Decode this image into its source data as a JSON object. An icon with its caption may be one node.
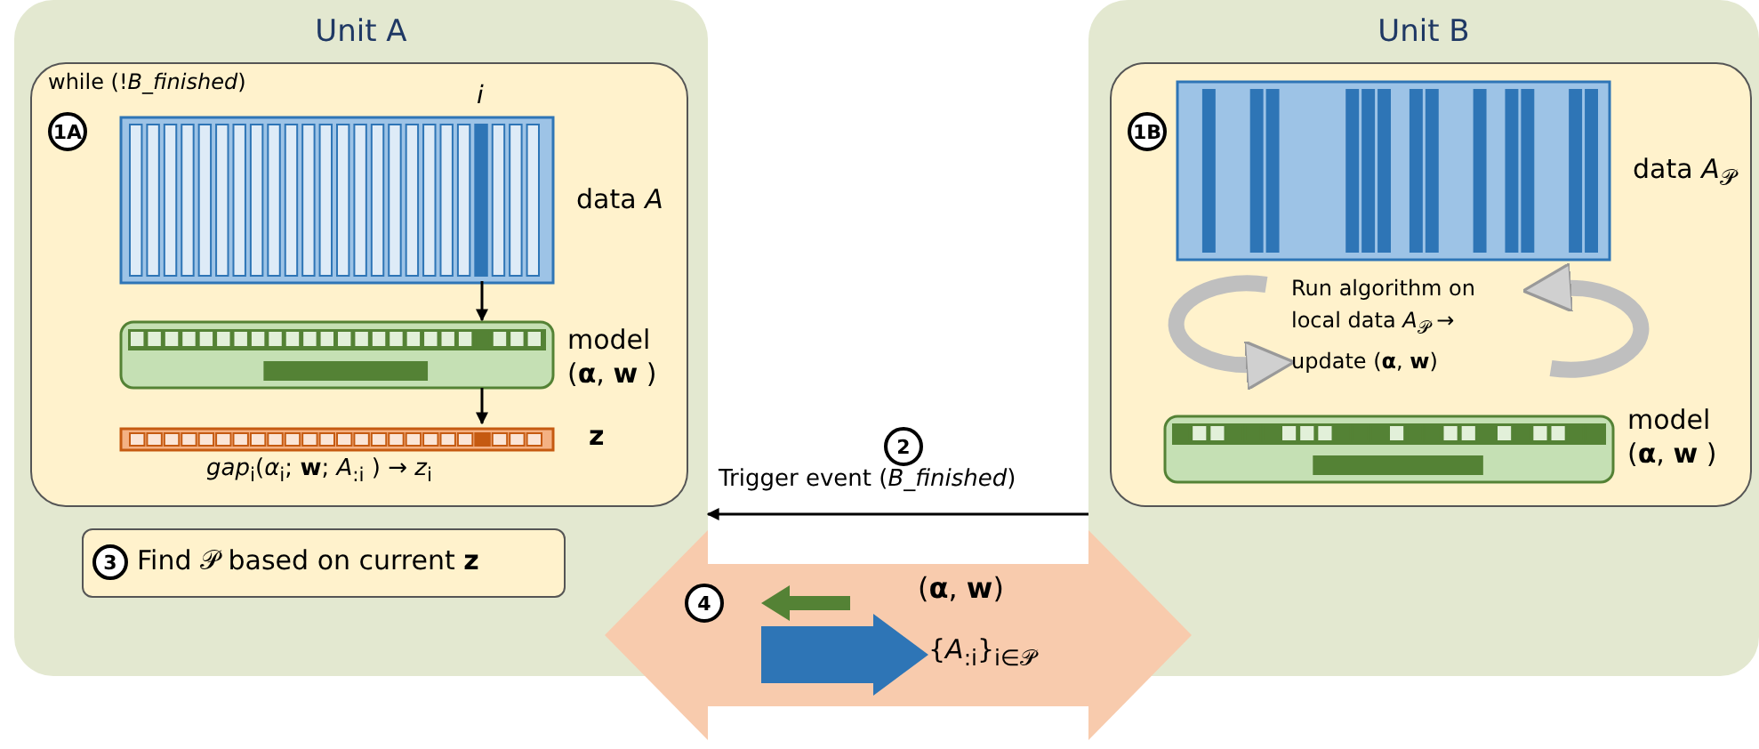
{
  "diagram": {
    "nodes": [
      {
        "text": [
          "Unit A"
        ]
      },
      {
        "text": [
          "while (!*B_finished*)",
          "1A"
        ],
        "in": 0
      },
      {
        "text": [
          "data *A*"
        ],
        "beside": [
          "*i*"
        ],
        "in": 1
      },
      {
        "text": [
          "model (**α**, **w** )"
        ],
        "in": 1
      },
      {
        "text": [
          "**z**"
        ],
        "beside": [
          "*gap*$_{i}$(*α*$_{i}$; **w**; *A*$_{:i}$ ) → *z*$_{i}$"
        ],
        "in": 1
      },
      {
        "text": [
          "3",
          "Find 𝒫 based on current **z**"
        ],
        "in": 0
      },
      {
        "text": [
          "Unit B"
        ]
      },
      {
        "text": [
          "1B"
        ],
        "in": 6
      },
      {
        "text": [
          "data *A*$_{𝒫}$"
        ],
        "in": 7
      },
      {
        "text": [
          "model (**α**, **w** )"
        ],
        "in": 7
      }
    ],
    "edges": [
      {
        "from": 2,
        "to": 3,
        "arrow": "to"
      },
      {
        "from": 3,
        "to": 4,
        "arrow": "to"
      },
      {
        "from": 6,
        "to": 0,
        "arrow": "to",
        "label": "Trigger event (*B_finished*)"
      },
      {
        "from": 0,
        "to": 6,
        "arrow": "both",
        "style": "thick",
        "color": "#f8cbad"
      }
    ],
    "labels": [
      "Run algorithm on local data *A*$_{𝒫}$ → update (**α**, **w**)",
      "2",
      "4",
      "(**α**, **w**)",
      "{*A*$_{:i}$}$_{i∈𝒫}$"
    ]
  }
}
